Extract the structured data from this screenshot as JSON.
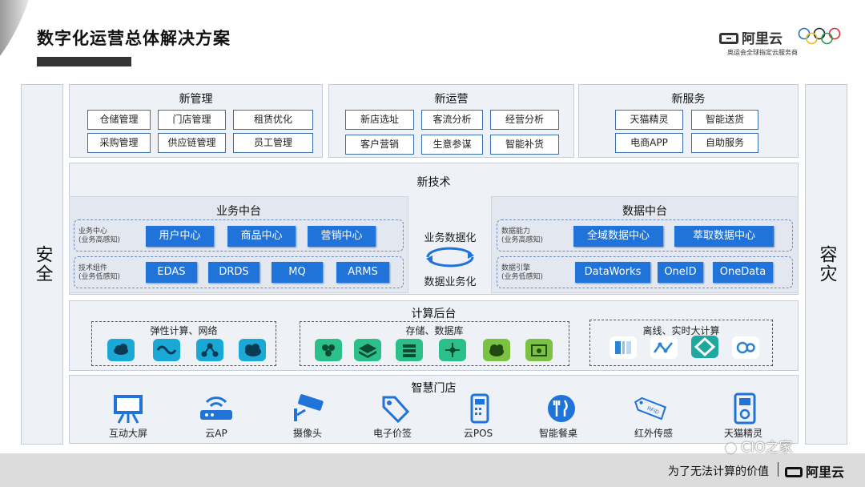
{
  "header": {
    "title": "数字化运营总体解决方案",
    "logo_brand": "阿里云",
    "logo_sub": "奥运会全球指定云服务商"
  },
  "side": {
    "left": "安全",
    "right": "容灾"
  },
  "new_management": {
    "title": "新管理",
    "items": [
      "仓储管理",
      "门店管理",
      "租赁优化",
      "采购管理",
      "供应链管理",
      "员工管理"
    ]
  },
  "new_operation": {
    "title": "新运营",
    "items": [
      "新店选址",
      "客流分析",
      "经营分析",
      "客户营销",
      "生意参谋",
      "智能补货"
    ]
  },
  "new_service": {
    "title": "新服务",
    "items": [
      "天猫精灵",
      "智能送货",
      "电商APP",
      "自助服务"
    ]
  },
  "new_tech": {
    "title": "新技术",
    "business": {
      "title": "业务中台",
      "row1_caption": [
        "业务中心",
        "(业务高感知)"
      ],
      "row1": [
        "用户中心",
        "商品中心",
        "营销中心"
      ],
      "row2_caption": [
        "技术组件",
        "(业务低感知)"
      ],
      "row2": [
        "EDAS",
        "DRDS",
        "MQ",
        "ARMS"
      ]
    },
    "cycle": {
      "top": "业务数据化",
      "bottom": "数据业务化"
    },
    "data": {
      "title": "数据中台",
      "row1_caption": [
        "数据能力",
        "(业务高感知)"
      ],
      "row1": [
        "全域数据中心",
        "萃取数据中心"
      ],
      "row2_caption": [
        "数据引擎",
        "(业务低感知)"
      ],
      "row2": [
        "DataWorks",
        "OneID",
        "OneData"
      ]
    }
  },
  "compute": {
    "title": "计算后台",
    "groups": [
      {
        "label": "弹性计算、网络",
        "icons": [
          "ecs-icon",
          "network-icon",
          "slb-icon",
          "cdn-icon"
        ]
      },
      {
        "label": "存储、数据库",
        "icons": [
          "oss-icon",
          "nas-icon",
          "rds-icon",
          "table-store-icon",
          "hbase-icon",
          "backup-icon"
        ]
      },
      {
        "label": "离线、实时大计算",
        "icons": [
          "maxcompute-icon",
          "stream-icon",
          "datahub-icon",
          "analytic-icon"
        ]
      }
    ]
  },
  "store": {
    "title": "智慧门店",
    "items": [
      {
        "label": "互动大屏",
        "icon": "screen-icon"
      },
      {
        "label": "云AP",
        "icon": "router-icon"
      },
      {
        "label": "摄像头",
        "icon": "camera-icon"
      },
      {
        "label": "电子价签",
        "icon": "price-tag-icon"
      },
      {
        "label": "云POS",
        "icon": "pos-icon"
      },
      {
        "label": "智能餐桌",
        "icon": "dining-icon"
      },
      {
        "label": "红外传感",
        "icon": "rfid-icon"
      },
      {
        "label": "天猫精灵",
        "icon": "speaker-icon"
      }
    ]
  },
  "footer": {
    "slogan": "为了无法计算的价值",
    "brand": "阿里云"
  },
  "watermark": "CIO之家",
  "colors": {
    "blue": "#1f73d9",
    "teal": "#2bb5c8",
    "green": "#3cb46e",
    "panel": "#eef1f6"
  }
}
